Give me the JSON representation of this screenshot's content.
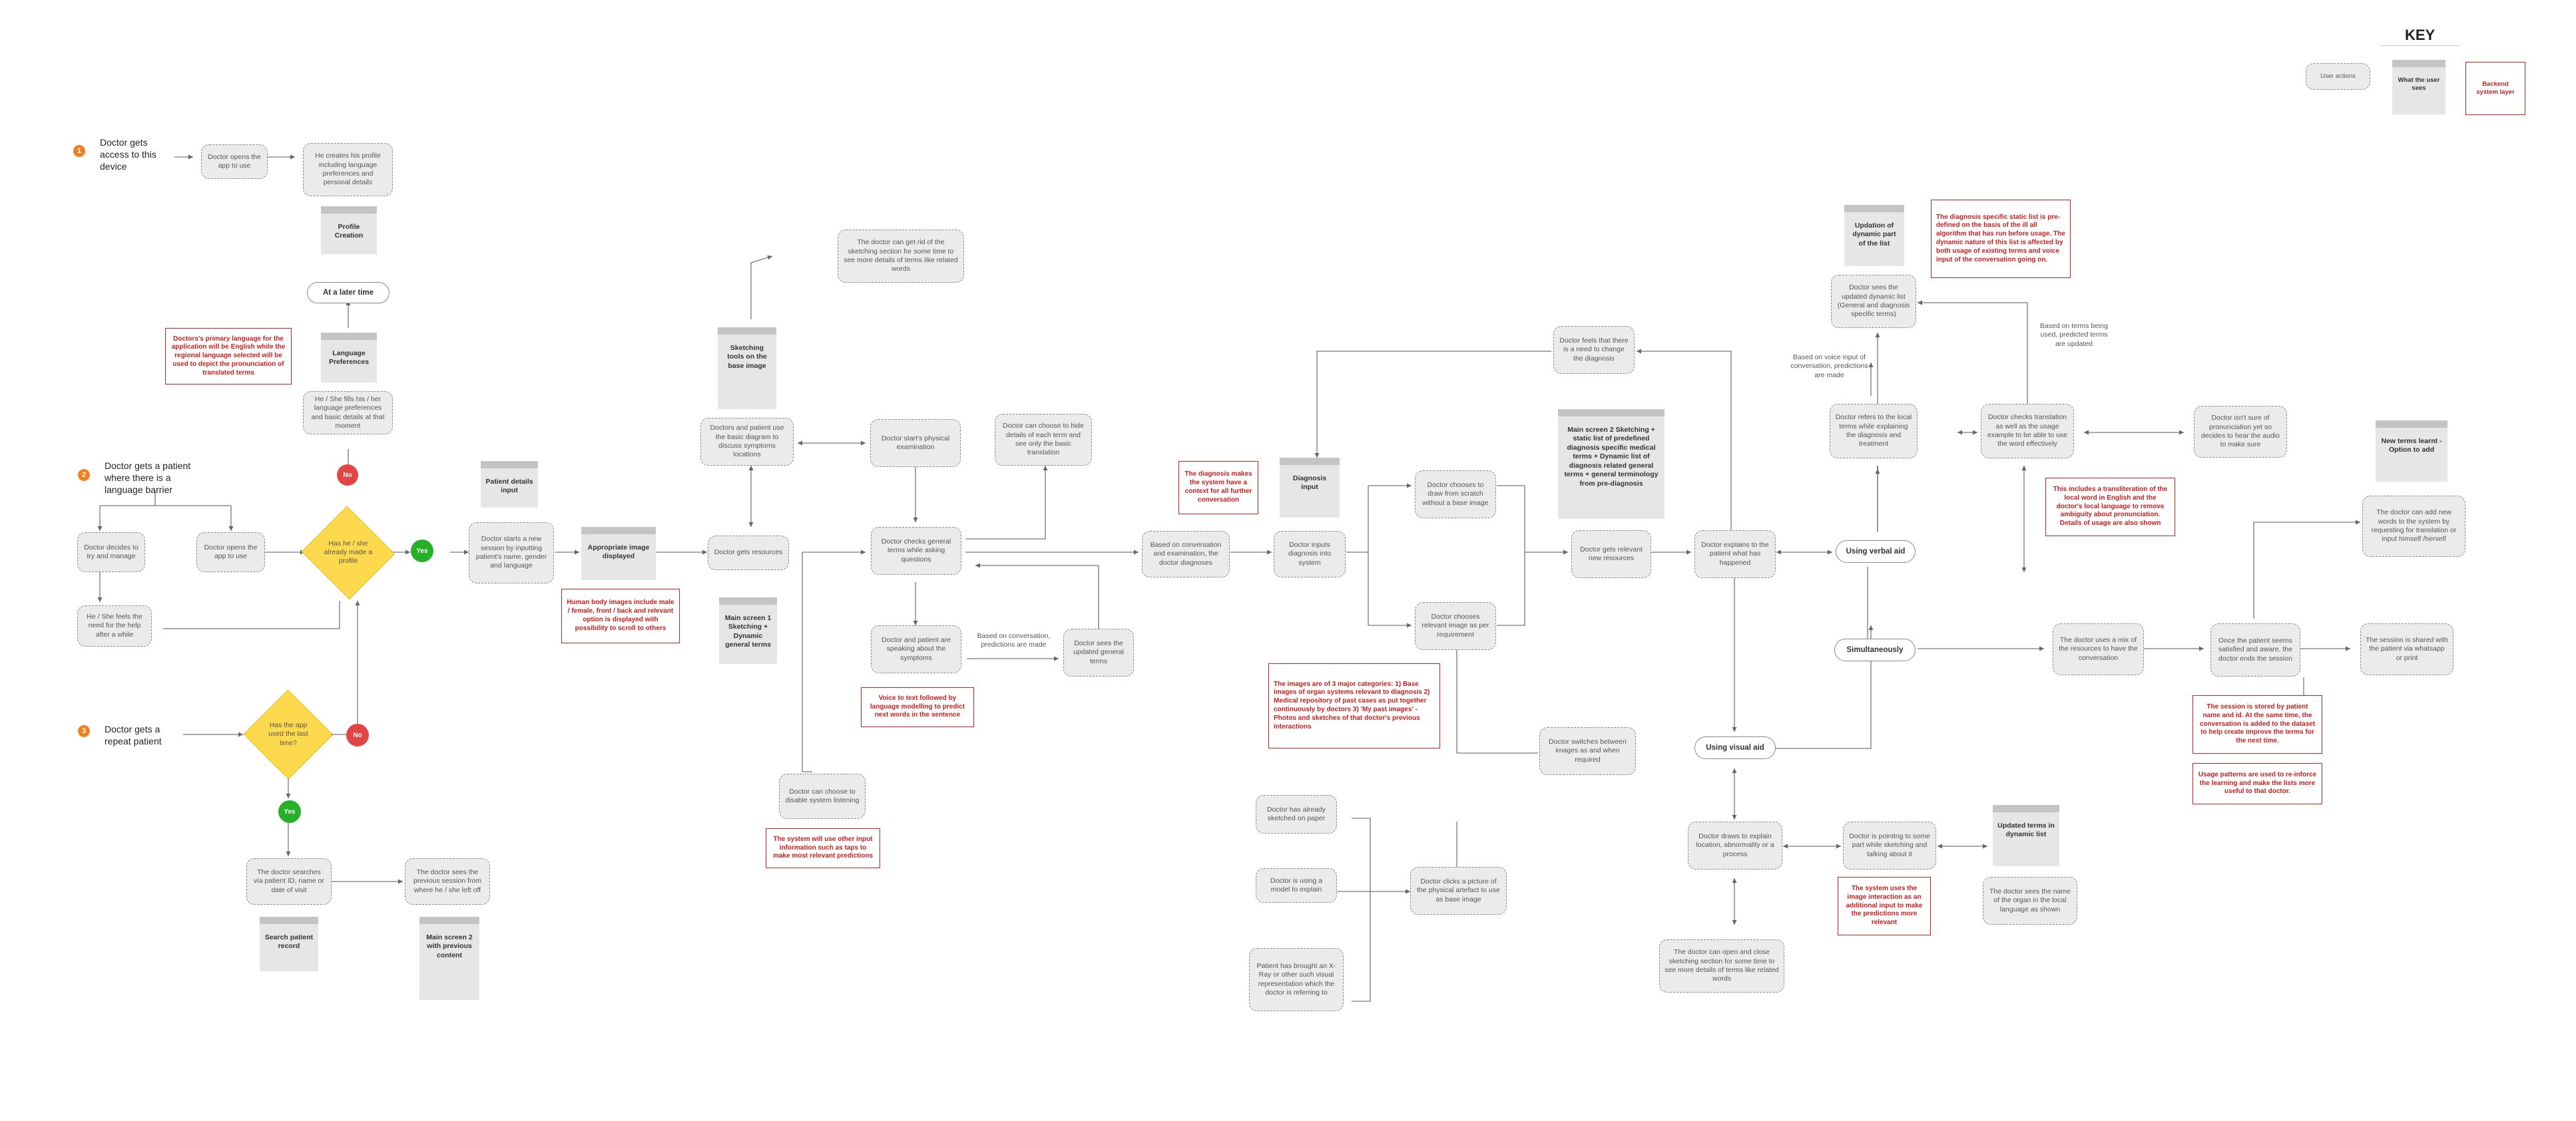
{
  "key": {
    "title": "KEY",
    "user_actions": "User actions",
    "user_sees": "What the user sees",
    "backend": "Backend system layer"
  },
  "flows": {
    "access": "Doctor gets access to this device",
    "barrier": "Doctor gets a patient where there is a language barrier",
    "repeat": "Doctor gets a repeat patient"
  },
  "badges": {
    "one": "1",
    "two": "2",
    "three": "3",
    "no": "No",
    "yes": "Yes"
  },
  "labels": {
    "doctor_opens_app": "Doctor opens the app to use",
    "creates_profile": "He creates his profile including language preferences and personal details",
    "profile_creation": "Profile Creation",
    "at_later_time": "At a later time",
    "language_preferences": "Language Preferences",
    "fills_language": "He / She fills his / her language preferences and basic details at that moment",
    "note_primary_language": "Doctors's primary language for the application will be English while the regional language selected will be used to depict the pronunciation of translated terms",
    "decides_to_try": "Doctor decides to try and manage",
    "opens_app_2": "Doctor opens the app to use",
    "feels_need": "He / She feels the need for the help after a while",
    "made_profile": "Has he / she already made a profile",
    "patient_details_input": "Patient details input",
    "starts_session": "Doctor starts a new session by inputting patient's name, gender and language",
    "appropriate_image": "Appropriate image displayed",
    "note_body_images": "Human body images include male / female, front / back and relevant option is displayed with possibility to scroll to others",
    "gets_resources": "Doctor gets resources",
    "main_screen_1": "Main screen 1 Sketching + Dynamic general terms",
    "sketching_tools": "Sketching tools on the base image",
    "basic_diagram": "Doctors and patient use the basic diagram to discuss symptoms locations",
    "rid_sketching": "The doctor can get rid of the sketching section for some time to see more details of terms like related words",
    "physical_exam": "Doctor start's physical examination",
    "hide_details": "Doctor can choose to hide details of each term and see only the basic translation",
    "checks_general_terms": "Doctor checks general terms while asking questions",
    "speaking_symptoms": "Doctor and patient are speaking about the symptoms",
    "based_on_conversation": "Based on conversation, predictions are made",
    "sees_updated_terms": "Doctor sees the updated general terms",
    "note_voice_text": "Voice to text followed by language modelling to predict next words in the sentence",
    "disable_listening": "Doctor can choose to disable system listening",
    "note_other_input": "The system will use other input information such as taps to make most relevant predictions",
    "diagnoses": "Based on conversation and examination, the doctor diagnoses",
    "note_diagnosis_context": "The diagnosis makes the system have a context for all further conversation",
    "diagnosis_input": "Diagnosis input",
    "inputs_diagnosis": "Doctor inputs diagnosis into system",
    "draw_scratch": "Doctor chooses to draw from scratch without a base image",
    "relevant_image": "Doctor chooses relevant image as per requirement",
    "note_image_categories": "The images are of 3 major categories: 1) Base images of organ systems relevant to diagnosis 2) Medical repository of past cases as put together continuously by doctors 3) 'My past images' - Photos and sketches of that doctor's previous interactions",
    "sketched_on_paper": "Doctor has already sketched on paper",
    "using_model": "Doctor is using a model to explain",
    "xray": "Patient has brought an X-Ray or other such visual representation which the doctor is referring to",
    "clicks_picture": "Doctor clicks a picture of the physical artefact to use as base image",
    "main_screen_2": "Main screen 2 Sketching + static list of predefined diagnosis specific medical terms + Dynamic list of diagnosis related general terms + general terminology from pre-diagnosis",
    "gets_new_resources": "Doctor gets relevant new resources",
    "explains": "Doctor explains to the patient what has happened",
    "change_diagnosis": "Doctor feels that there is a need to change the diagnosis",
    "switches": "Doctor switches between images as and when required",
    "using_verbal_aid": "Using verbal aid",
    "simultaneously": "Simultaneously",
    "using_visual_aid": "Using visual aid",
    "draws_explain": "Doctor draws to explain location, abnormality or a process",
    "open_close_sketch": "The doctor can open and close sketching section for some time to see more details of terms like related words",
    "pointing": "Doctor is pointing to some part while sketching and talking about it",
    "note_image_input": "The system uses the image interaction as an additional input to make the predictions more relevant",
    "updated_terms": "Updated terms in dynamic list",
    "sees_organ_name": "The doctor sees the name of the organ in the local language as shown",
    "updation_dynamic": "Updation of dynamic part of the list",
    "sees_dynamic_list": "Doctor sees the updated dynamic list (General and diagnosis specific terms)",
    "voice_input_predictions": "Based on voice input of conversation, predictions are made",
    "refers_local": "Doctor refers to the local terms while explaining the diagnosis and treatment",
    "checks_translation": "Doctor checks translation as well as the usage example to be able to use the word effectively",
    "based_on_terms": "Based on terms being used, predicted terms are updated",
    "note_static_list": "The diagnosis specific static list is pre-defined on the basis of the ill all algorithm that has run before usage. The dynamic nature of this list is affected by both usage of existing terms and voice input of the conversation going on.",
    "note_transliteration": "This includes a transliteration of the local word in English and the doctor's local language to remove ambiguity about pronunciation. Details of usage are also shown",
    "not_sure": "Doctor isn't sure of pronunciation yet so decides to hear the audio to make sure",
    "new_terms": "New terms learnt - Option to add",
    "add_new_words": "The doctor can add new words to the system by requesting for translation or input himself /herself",
    "uses_mix": "The doctor uses a mix of the resources to have the conversation",
    "ends_session": "Once the patient seems satisfied and aware, the doctor ends the session",
    "shared_session": "The session is shared with the patient via whatsapp or print",
    "note_session_stored": "The session is stored by patient name and id. At the same time, the conversation is added to the dataset to help create improve the terms for the next time.",
    "note_usage_patterns": "Usage patterns are used to re-inforce the learning and make the lists more useful to that doctor.",
    "used_last_time": "Has the app used the last time?",
    "searches_patient": "The doctor searches via patient ID, name or date of visit",
    "sees_previous": "The doctor sees the previous session from where he / she left off",
    "search_patient_record": "Search patient record",
    "main_screen_2_previous": "Main screen 2 with previous content"
  },
  "colors": {
    "action_fill": "#ebebeb",
    "screen_fill": "#e6e6e6",
    "note_red": "#c81e1e",
    "diamond_yellow": "#fdd94e",
    "badge_orange": "#f08020",
    "badge_red": "#e04646",
    "badge_green": "#25b028"
  }
}
